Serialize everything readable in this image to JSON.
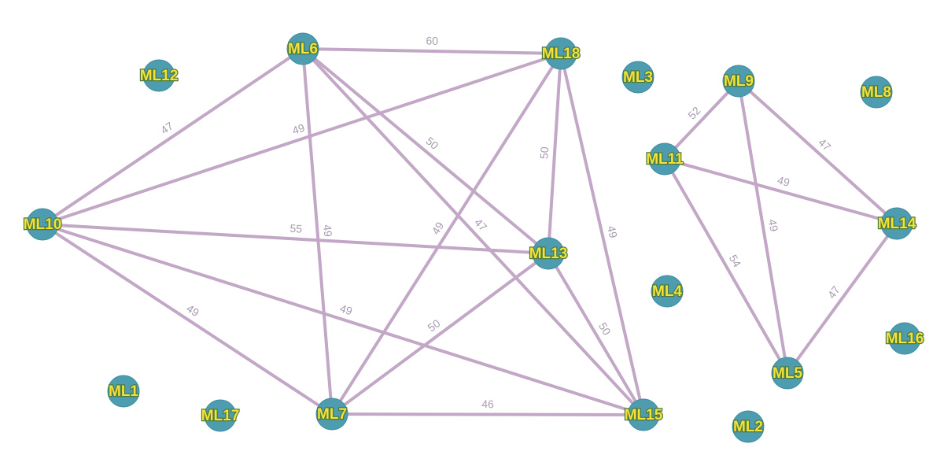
{
  "graph": {
    "colors": {
      "edge": "#c2a8c6",
      "edge_label": "#a99bb0",
      "node_fill": "#4e9caf",
      "node_label": "#f4e13a"
    },
    "nodes": [
      {
        "id": "ML1",
        "label": "ML1"
      },
      {
        "id": "ML2",
        "label": "ML2"
      },
      {
        "id": "ML3",
        "label": "ML3"
      },
      {
        "id": "ML4",
        "label": "ML4"
      },
      {
        "id": "ML5",
        "label": "ML5"
      },
      {
        "id": "ML6",
        "label": "ML6"
      },
      {
        "id": "ML7",
        "label": "ML7"
      },
      {
        "id": "ML8",
        "label": "ML8"
      },
      {
        "id": "ML9",
        "label": "ML9"
      },
      {
        "id": "ML10",
        "label": "ML10"
      },
      {
        "id": "ML11",
        "label": "ML11"
      },
      {
        "id": "ML12",
        "label": "ML12"
      },
      {
        "id": "ML13",
        "label": "ML13"
      },
      {
        "id": "ML14",
        "label": "ML14"
      },
      {
        "id": "ML15",
        "label": "ML15"
      },
      {
        "id": "ML16",
        "label": "ML16"
      },
      {
        "id": "ML17",
        "label": "ML17"
      },
      {
        "id": "ML18",
        "label": "ML18"
      }
    ],
    "edges": [
      {
        "source": "ML6",
        "target": "ML18",
        "label": "60"
      },
      {
        "source": "ML6",
        "target": "ML10",
        "label": "47"
      },
      {
        "source": "ML6",
        "target": "ML7",
        "label": "49"
      },
      {
        "source": "ML6",
        "target": "ML13",
        "label": "50"
      },
      {
        "source": "ML6",
        "target": "ML15",
        "label": "47"
      },
      {
        "source": "ML18",
        "target": "ML10",
        "label": "49"
      },
      {
        "source": "ML18",
        "target": "ML13",
        "label": "50"
      },
      {
        "source": "ML18",
        "target": "ML7",
        "label": "49"
      },
      {
        "source": "ML18",
        "target": "ML15",
        "label": "49"
      },
      {
        "source": "ML10",
        "target": "ML13",
        "label": "55"
      },
      {
        "source": "ML10",
        "target": "ML7",
        "label": "49"
      },
      {
        "source": "ML10",
        "target": "ML15",
        "label": "49"
      },
      {
        "source": "ML13",
        "target": "ML7",
        "label": "50"
      },
      {
        "source": "ML13",
        "target": "ML15",
        "label": "50"
      },
      {
        "source": "ML7",
        "target": "ML15",
        "label": "46"
      },
      {
        "source": "ML9",
        "target": "ML11",
        "label": "52"
      },
      {
        "source": "ML9",
        "target": "ML14",
        "label": "47"
      },
      {
        "source": "ML9",
        "target": "ML5",
        "label": "49"
      },
      {
        "source": "ML11",
        "target": "ML14",
        "label": "49"
      },
      {
        "source": "ML11",
        "target": "ML5",
        "label": "54"
      },
      {
        "source": "ML14",
        "target": "ML5",
        "label": "47"
      }
    ]
  }
}
